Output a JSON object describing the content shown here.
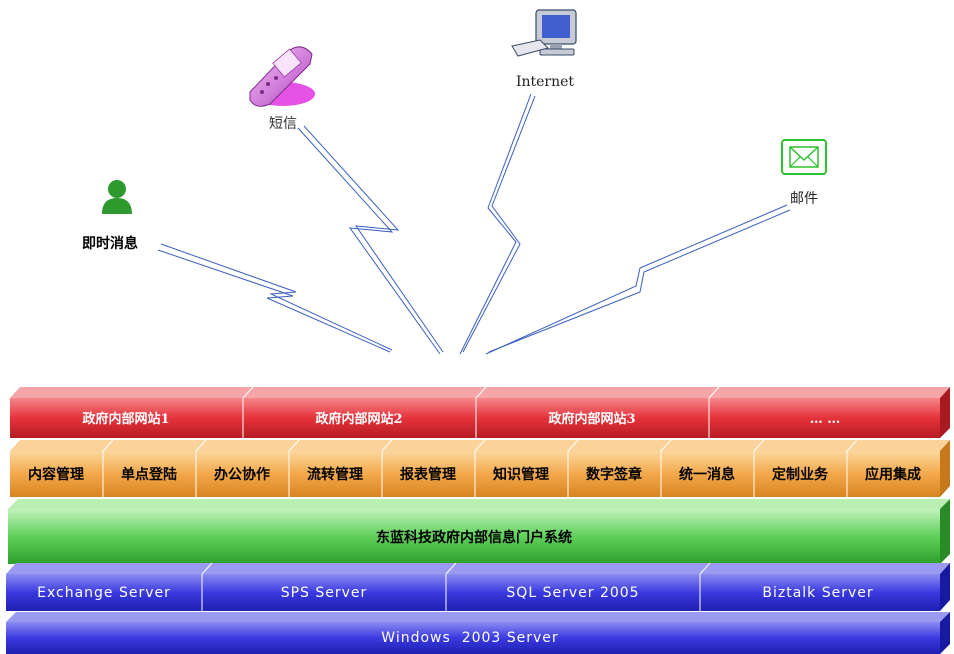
{
  "channels": {
    "im": "即时消息",
    "sms": "短信",
    "internet": "Internet",
    "mail": "邮件"
  },
  "layers": {
    "websites": [
      "政府内部网站1",
      "政府内部网站2",
      "政府内部网站3",
      "… …"
    ],
    "modules": [
      "内容管理",
      "单点登陆",
      "办公协作",
      "流转管理",
      "报表管理",
      "知识管理",
      "数字签章",
      "统一消息",
      "定制业务",
      "应用集成"
    ],
    "portal": "东蓝科技政府内部信息门户系统",
    "servers": [
      "Exchange Server",
      "SPS Server",
      "SQL Server 2005",
      "Biztalk Server"
    ],
    "os": "Windows  2003 Server"
  },
  "colors": {
    "website_bar": "#e5333b",
    "module_bar": "#f3a84a",
    "portal_bar": "#5fd05a",
    "server_bar": "#3a3ae0",
    "os_bar": "#3a3ae0",
    "lightning": "#3a5fbf",
    "mail_icon": "#2fc12f"
  },
  "icons": {
    "im": "person-icon",
    "sms": "mobile-phone-icon",
    "internet": "computer-icon",
    "mail": "envelope-icon"
  }
}
